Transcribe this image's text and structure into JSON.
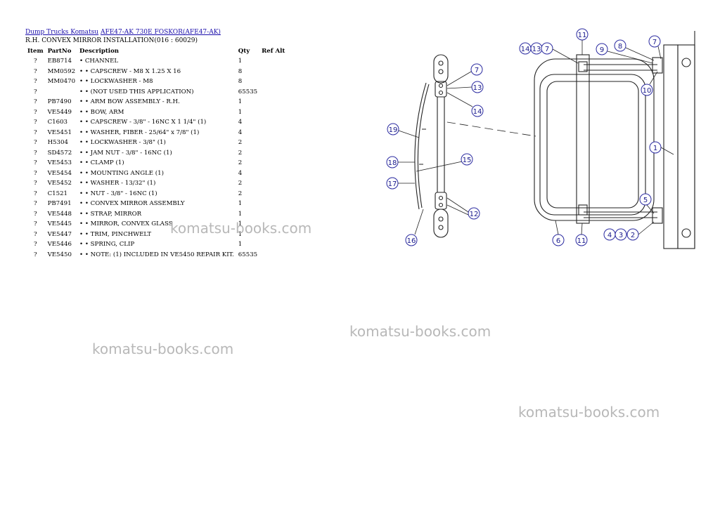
{
  "header": {
    "breadcrumb_1": "Dump Trucks Komatsu",
    "breadcrumb_2": "AFE47-AK 730E FOSKOR(AFE47-AK)",
    "title": "R.H. CONVEX MIRROR INSTALLATION(016 : 60029)"
  },
  "table": {
    "columns": [
      "Item",
      "PartNo",
      "Description",
      "Qty",
      "Ref Alt"
    ],
    "rows": [
      {
        "item": "?",
        "part": "EB8714",
        "desc": "• CHANNEL",
        "qty": "1"
      },
      {
        "item": "?",
        "part": "MM0592",
        "desc": "• • CAPSCREW - M8 X 1.25 X 16",
        "qty": "8"
      },
      {
        "item": "?",
        "part": "MM0470",
        "desc": "• • LOCKWASHER - M8",
        "qty": "8"
      },
      {
        "item": "?",
        "part": "",
        "desc": "• • (NOT USED THIS APPLICATION)",
        "qty": "65535"
      },
      {
        "item": "?",
        "part": "PB7490",
        "desc": "• • ARM BOW ASSEMBLY - R.H.",
        "qty": "1"
      },
      {
        "item": "?",
        "part": "VE5449",
        "desc": "• • BOW, ARM",
        "qty": "1"
      },
      {
        "item": "?",
        "part": "C1603",
        "desc": "• • CAPSCREW - 3/8\" - 16NC X 1 1/4\" (1)",
        "qty": "4"
      },
      {
        "item": "?",
        "part": "VE5451",
        "desc": "• • WASHER, FIBER - 25/64\" x 7/8\" (1)",
        "qty": "4"
      },
      {
        "item": "?",
        "part": "H5304",
        "desc": "• • LOCKWASHER - 3/8\" (1)",
        "qty": "2"
      },
      {
        "item": "?",
        "part": "SD4572",
        "desc": "• • JAM NUT - 3/8\" - 16NC (1)",
        "qty": "2"
      },
      {
        "item": "?",
        "part": "VE5453",
        "desc": "• • CLAMP (1)",
        "qty": "2"
      },
      {
        "item": "?",
        "part": "VE5454",
        "desc": "• • MOUNTING ANGLE (1)",
        "qty": "4"
      },
      {
        "item": "?",
        "part": "VE5452",
        "desc": "• • WASHER - 13/32\" (1)",
        "qty": "2"
      },
      {
        "item": "?",
        "part": "C1521",
        "desc": "• • NUT - 3/8\" - 16NC (1)",
        "qty": "2"
      },
      {
        "item": "?",
        "part": "PB7491",
        "desc": "• • CONVEX MIRROR ASSEMBLY",
        "qty": "1"
      },
      {
        "item": "?",
        "part": "VE5448",
        "desc": "• • STRAP, MIRROR",
        "qty": "1"
      },
      {
        "item": "?",
        "part": "VE5445",
        "desc": "• • MIRROR, CONVEX GLASS",
        "qty": "1"
      },
      {
        "item": "?",
        "part": "VE5447",
        "desc": "• • TRIM, PINCHWELT",
        "qty": "1"
      },
      {
        "item": "?",
        "part": "VE5446",
        "desc": "• • SPRING, CLIP",
        "qty": "1"
      },
      {
        "item": "?",
        "part": "VE5450",
        "desc": "• • NOTE: (1) INCLUDED IN VE5450 REPAIR KIT.",
        "qty": "65535"
      }
    ]
  },
  "watermarks": [
    "komatsu-books.com",
    "komatsu-books.com",
    "komatsu-books.com",
    "komatsu-books.com"
  ],
  "callouts": {
    "c11a": "11",
    "c14": "14",
    "c13": "13",
    "c7a": "7",
    "c9": "9",
    "c8": "8",
    "c7b": "7",
    "c10": "10",
    "c1": "1",
    "c5": "5",
    "c6": "6",
    "c11b": "11",
    "c4": "4",
    "c3": "3",
    "c2": "2",
    "l7": "7",
    "l13": "13",
    "l14": "14",
    "l19": "19",
    "l15": "15",
    "l18": "18",
    "l17": "17",
    "l12": "12",
    "l16": "16"
  },
  "colors": {
    "link": "#1a0dab",
    "callout": "#1a1a8c",
    "watermark": "#b8b8b8"
  }
}
